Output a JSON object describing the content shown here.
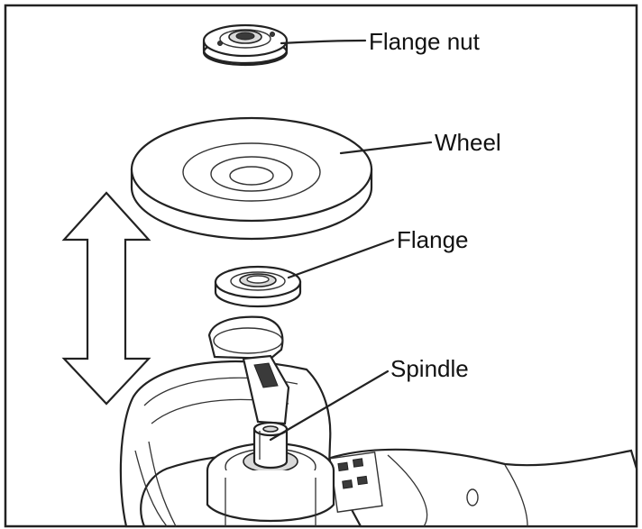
{
  "diagram": {
    "labels": {
      "flange_nut": "Flange nut",
      "wheel": "Wheel",
      "flange": "Flange",
      "spindle": "Spindle"
    }
  }
}
